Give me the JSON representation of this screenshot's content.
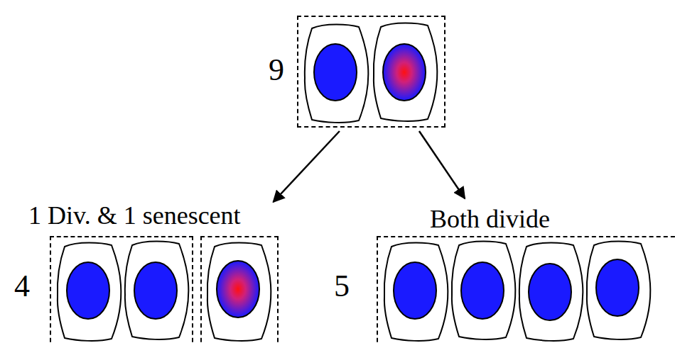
{
  "diagram": {
    "nodes": [
      {
        "text": [
          "9"
        ]
      },
      {
        "text": [
          "1 Div. & 1 senescent",
          "4"
        ]
      },
      {
        "text": [
          "Both divide",
          "5"
        ]
      }
    ],
    "edges": [
      {
        "from": 0,
        "to": 1,
        "arrow": "to"
      },
      {
        "from": 0,
        "to": 2,
        "arrow": "to"
      }
    ]
  }
}
